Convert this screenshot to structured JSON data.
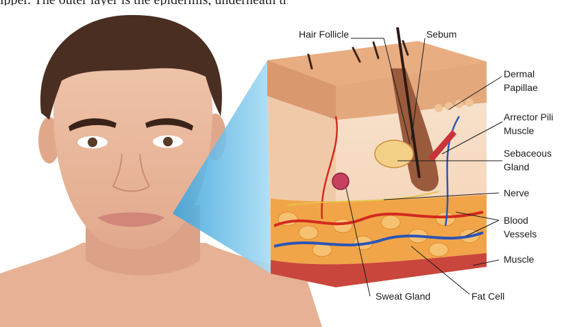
{
  "top_text": "ipper. The outer layer is the epidermis, underneath this lies the dermis",
  "labels": {
    "hair_follicle": "Hair Follicle",
    "sebum": "Sebum",
    "dermal_papillae_1": "Dermal",
    "dermal_papillae_2": "Papillae",
    "arrector_pili_1": "Arrector Pili",
    "arrector_pili_2": "Muscle",
    "sebaceous_1": "Sebaceous",
    "sebaceous_2": "Gland",
    "nerve": "Nerve",
    "blood_vessels_1": "Blood",
    "blood_vessels_2": "Vessels",
    "muscle": "Muscle",
    "sweat_gland": "Sweat Gland",
    "fat_cell": "Fat Cell"
  },
  "colors": {
    "skin": "#e9b79b",
    "hair": "#4a2e22",
    "callout": "#5bb8e6",
    "epidermis": "#e3a97c",
    "dermis": "#f6dcc4",
    "fat": "#f1a548",
    "muscle": "#c9463c",
    "artery": "#d22a1f",
    "vein": "#2a55b8"
  }
}
